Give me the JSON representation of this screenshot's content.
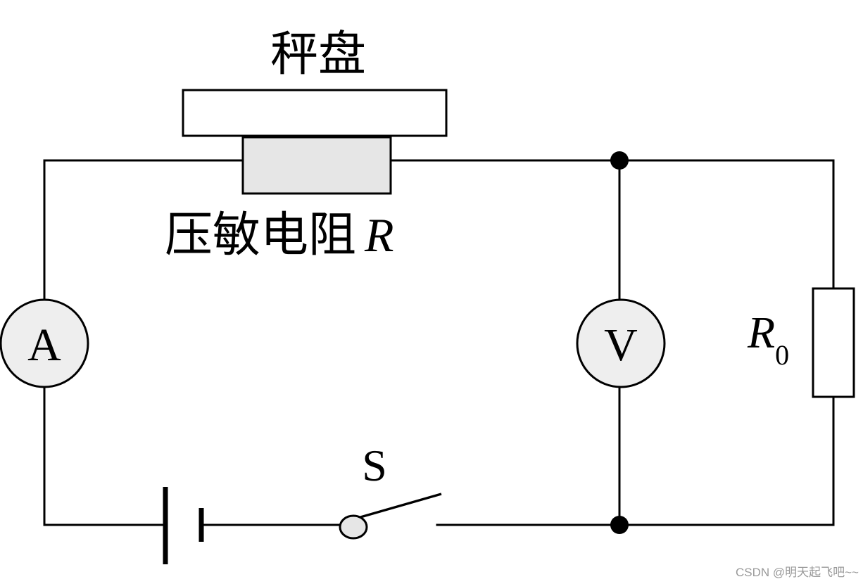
{
  "labels": {
    "pan": "秤盘",
    "sensor": "压敏电阻",
    "sensor_symbol": "R",
    "ammeter": "A",
    "voltmeter": "V",
    "resistor_symbol": "R",
    "resistor_subscript": "0",
    "switch": "S"
  },
  "watermark": "CSDN @明天起飞吧~~",
  "colors": {
    "stroke": "#000000",
    "meter_fill": "#eeeeee",
    "sensor_fill": "#e6e6e6",
    "pan_fill": "#ffffff",
    "resistor_fill": "#ffffff"
  }
}
